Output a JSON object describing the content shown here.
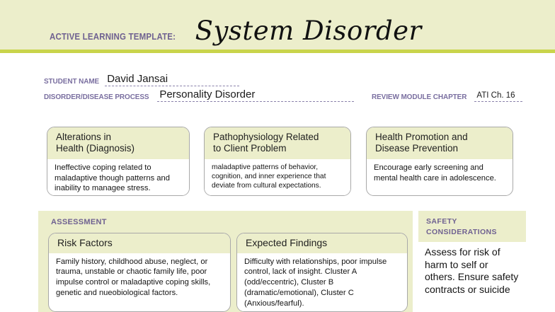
{
  "header": {
    "kicker": "ACTIVE LEARNING TEMPLATE:",
    "title": "System Disorder",
    "band_color": "#eceecb",
    "rule_color": "#c9d44b",
    "kicker_color": "#6f6191"
  },
  "meta": {
    "student_name_label": "STUDENT NAME",
    "student_name_value": "David Jansai",
    "disorder_label": "DISORDER/DISEASE PROCESS",
    "disorder_value": "Personality Disorder",
    "review_chapter_label": "REVIEW MODULE CHAPTER",
    "review_chapter_value": "ATI Ch. 16"
  },
  "top_boxes": [
    {
      "title_line1": "Alterations in",
      "title_line2": "Health (Diagnosis)",
      "body": "Ineffective coping related to maladaptive though patterns and inability to managee stress."
    },
    {
      "title_line1": "Pathophysiology Related",
      "title_line2": "to Client Problem",
      "body": "maladaptive patterns of behavior, cognition, and inner experience that deviate from cultural expectations."
    },
    {
      "title_line1": "Health Promotion and",
      "title_line2": "Disease Prevention",
      "body": "Encourage early screening and mental health care in adolescence."
    }
  ],
  "assessment": {
    "section_label": "ASSESSMENT",
    "risk_factors": {
      "title": "Risk Factors",
      "body": "Family history, childhood abuse, neglect, or trauma, unstable or chaotic family life, poor impulse control or maladaptive coping skills, genetic and nueobiological factors."
    },
    "expected_findings": {
      "title": "Expected Findings",
      "body": "Difficulty with relationships, poor impulse control, lack of insight. Cluster A (odd/eccentric), Cluster B (dramatic/emotional), Cluster C (Anxious/fearful)."
    }
  },
  "safety": {
    "title_line1": "SAFETY",
    "title_line2": "CONSIDERATIONS",
    "body": "Assess for risk of harm to self or others. Ensure safety contracts or suicide"
  }
}
